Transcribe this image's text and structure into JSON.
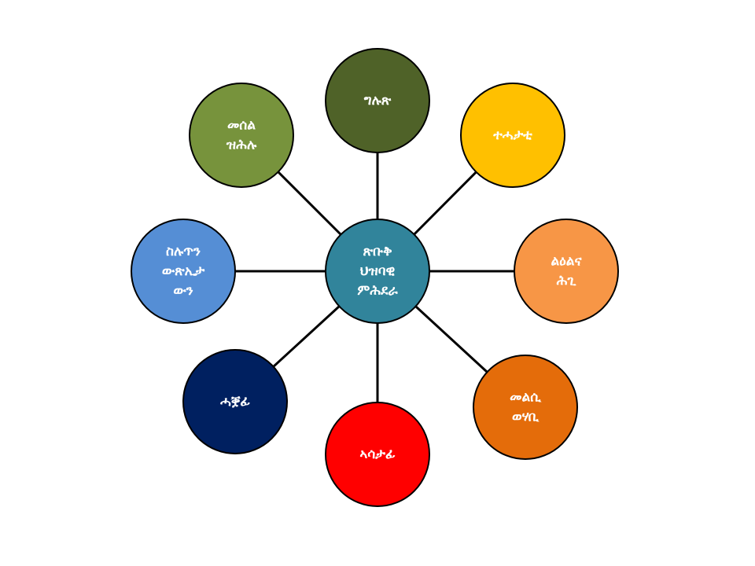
{
  "diagram": {
    "center": {
      "id": "center",
      "lines": [
        "ጽቡቅ",
        "ህዝባዊ",
        "ምሕደራ"
      ],
      "color": "#31849b"
    },
    "nodes": [
      {
        "id": "top",
        "lines": [
          "ግሉጽ"
        ],
        "color": "#4f6228"
      },
      {
        "id": "top-right",
        "lines": [
          "ተሓታቲ"
        ],
        "color": "#ffc000"
      },
      {
        "id": "right",
        "lines": [
          "ልዕልና",
          "ሕጊ"
        ],
        "color": "#f79646"
      },
      {
        "id": "bottom-right",
        "lines": [
          "መልሲ",
          "ወሃቢ"
        ],
        "color": "#e46c0a"
      },
      {
        "id": "bottom",
        "lines": [
          "ኣሳታፊ"
        ],
        "color": "#ff0000"
      },
      {
        "id": "bottom-left",
        "lines": [
          "ሓቛፊ"
        ],
        "color": "#002060"
      },
      {
        "id": "left",
        "lines": [
          "ስሉጥን",
          "ውጽኢታ",
          "ውን"
        ],
        "color": "#558ed5"
      },
      {
        "id": "top-left",
        "lines": [
          "መሰል",
          "ዝሕሉ"
        ],
        "color": "#77933c"
      }
    ]
  }
}
